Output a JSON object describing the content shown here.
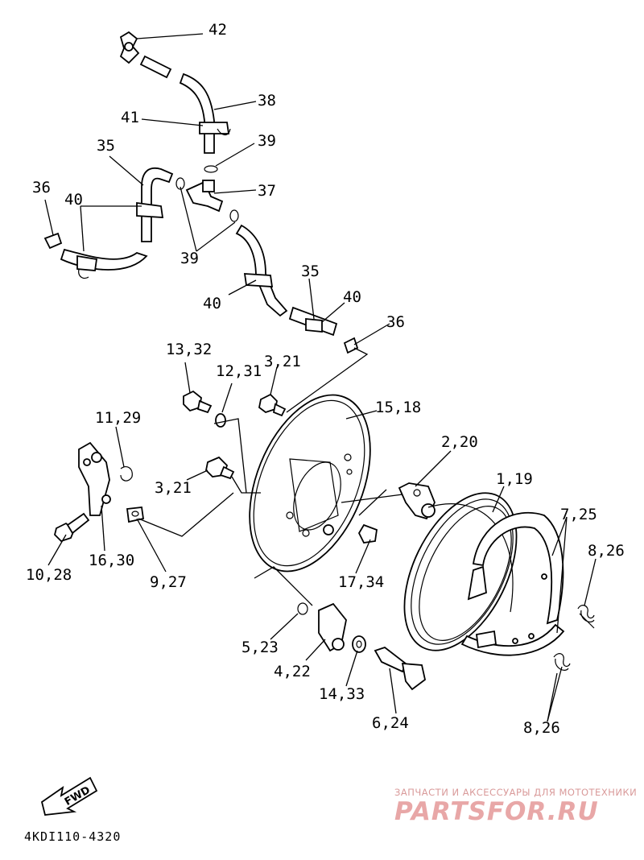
{
  "diagram_code": "4KDI110-4320",
  "direction_label": "FWD",
  "watermark": {
    "tagline": "ЗАПЧАСТИ И АКСЕССУАРЫ ДЛЯ МОТОТЕХНИКИ",
    "logo": "PARTSFOR.RU"
  },
  "callouts": {
    "c42": "42",
    "c38": "38",
    "c41": "41",
    "c35a": "35",
    "c39a": "39",
    "c36a": "36",
    "c40a": "40",
    "c37": "37",
    "c39b": "39",
    "c35b": "35",
    "c40b": "40",
    "c40c": "40",
    "c36b": "36",
    "c13_32": "13,32",
    "c12_31": "12,31",
    "c3_21a": "3,21",
    "c15_18": "15,18",
    "c11_29": "11,29",
    "c2_20": "2,20",
    "c1_19": "1,19",
    "c3_21b": "3,21",
    "c7_25": "7,25",
    "c8_26a": "8,26",
    "c10_28": "10,28",
    "c16_30": "16,30",
    "c9_27": "9,27",
    "c17_34": "17,34",
    "c5_23": "5,23",
    "c4_22": "4,22",
    "c14_33": "14,33",
    "c6_24": "6,24",
    "c8_26b": "8,26"
  }
}
